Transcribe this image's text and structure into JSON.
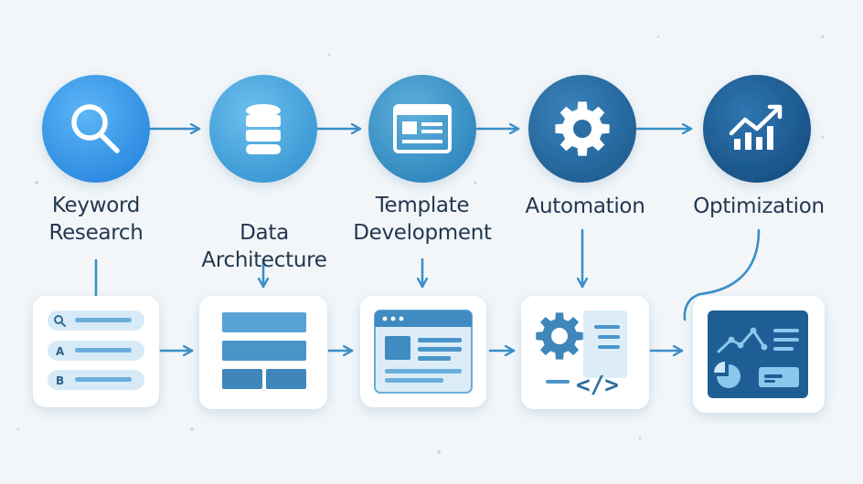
{
  "steps": [
    {
      "id": "keyword-research",
      "label_lines": [
        "Keyword",
        "Research"
      ],
      "icon": "magnifier-icon",
      "color": "#3a9bea",
      "card_icon": "search-list-icon"
    },
    {
      "id": "data-architecture",
      "label_lines": [
        "Data",
        "Architecture"
      ],
      "icon": "database-icon",
      "color": "#4aa6dd",
      "card_icon": "data-table-icon"
    },
    {
      "id": "template-development",
      "label_lines": [
        "Template",
        "Development"
      ],
      "icon": "template-layout-icon",
      "color": "#3d96c9",
      "card_icon": "browser-window-icon"
    },
    {
      "id": "automation",
      "label_lines": [
        "Automation"
      ],
      "icon": "gear-icon",
      "color": "#2a6fa4",
      "card_icon": "gear-code-icon"
    },
    {
      "id": "optimization",
      "label_lines": [
        "Optimization"
      ],
      "icon": "growth-chart-icon",
      "color": "#1f5e95",
      "card_icon": "analytics-dashboard-icon"
    }
  ],
  "search_card": {
    "rows": [
      "A",
      "B"
    ]
  },
  "code_glyph": "</>",
  "colors": {
    "background": "#f3f6f9",
    "arrow": "#3b8fc8",
    "label": "#22374f",
    "card_background": "#ffffff",
    "card_accent": "#4a95c8",
    "dark_panel": "#1f5e95"
  }
}
